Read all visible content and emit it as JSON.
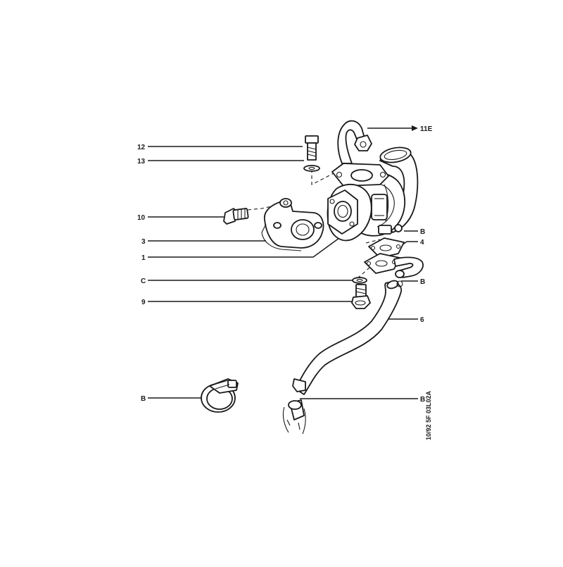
{
  "diagram": {
    "callouts": {
      "c12": "12",
      "c13": "13",
      "c10": "10",
      "c3": "3",
      "c1": "1",
      "cC": "C",
      "c9": "9",
      "cBclamp": "B",
      "cB_top": "B",
      "c4": "4",
      "cB_mid": "B",
      "c6": "6",
      "cB_bottom": "B",
      "ref11E": "11E"
    },
    "drawing_code": "10/92 5F 03L02A",
    "colors": {
      "ink": "#1a1a1a",
      "paper": "#ffffff"
    }
  }
}
